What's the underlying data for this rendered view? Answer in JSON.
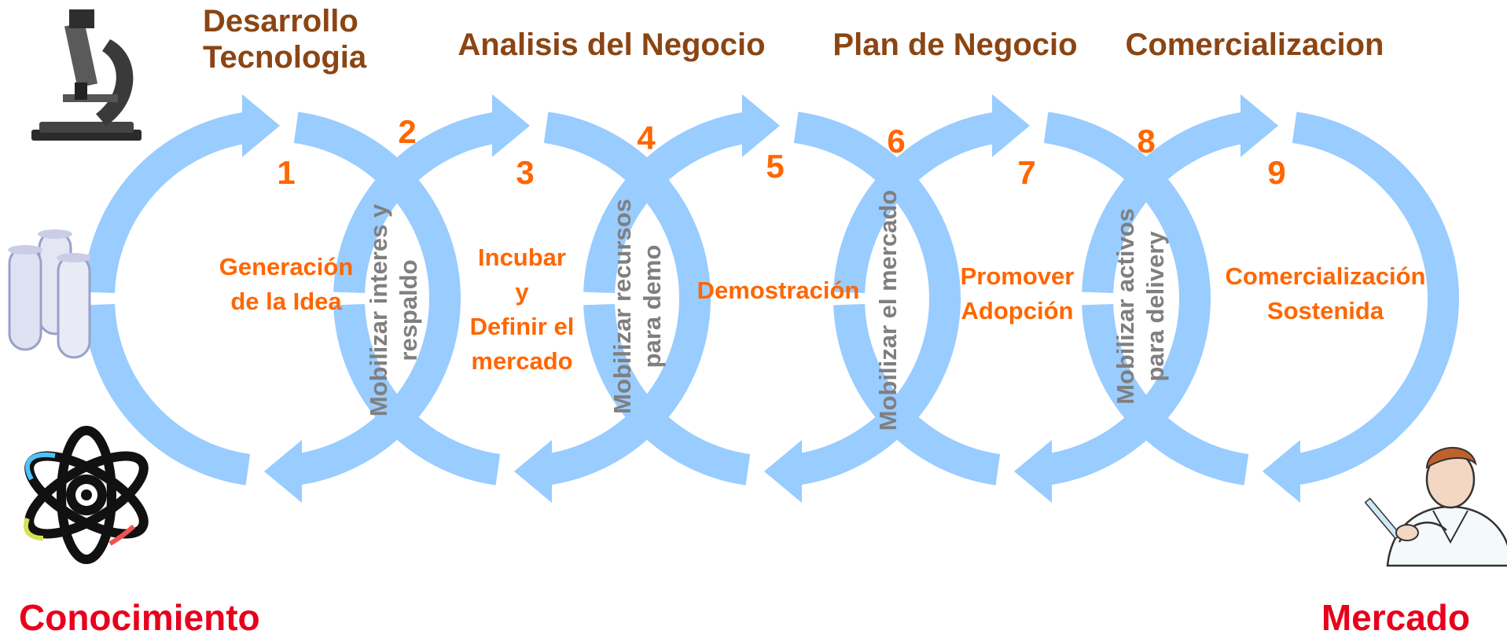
{
  "phases": [
    {
      "lines": [
        "Desarrollo",
        "Tecnologia"
      ]
    },
    {
      "lines": [
        "Analisis del Negocio"
      ]
    },
    {
      "lines": [
        "Plan de Negocio"
      ]
    },
    {
      "lines": [
        "Comercializacion"
      ]
    }
  ],
  "steps": [
    {
      "number": "1",
      "lines": [
        "Generación",
        "de la Idea"
      ]
    },
    {
      "number": "3",
      "lines": [
        "Incubar",
        "y",
        "Definir el",
        "mercado"
      ]
    },
    {
      "number": "5",
      "lines": [
        "Demostración"
      ]
    },
    {
      "number": "7",
      "lines": [
        "Promover",
        "Adopción"
      ]
    },
    {
      "number": "9",
      "lines": [
        "Comercialización",
        "Sostenida"
      ]
    }
  ],
  "transitions": [
    {
      "number": "2",
      "lines": [
        "Mobilizar interes y",
        "respaldo"
      ]
    },
    {
      "number": "4",
      "lines": [
        "Mobilizar recursos",
        "para demo"
      ]
    },
    {
      "number": "6",
      "lines": [
        "Mobilizar el mercado"
      ]
    },
    {
      "number": "8",
      "lines": [
        "Mobilizar activos",
        "para delivery"
      ]
    }
  ],
  "start_label": "Conocimiento",
  "end_label": "Mercado",
  "icons": {
    "left": [
      "microscope-icon",
      "test-tubes-icon",
      "atom-icon"
    ],
    "right": [
      "scientist-icon"
    ]
  },
  "colors": {
    "ring": "#99CCFF",
    "phase_title": "#8B4513",
    "step": "#FF6600",
    "transition": "#7F7F7F",
    "end_labels": "#E8001C"
  }
}
